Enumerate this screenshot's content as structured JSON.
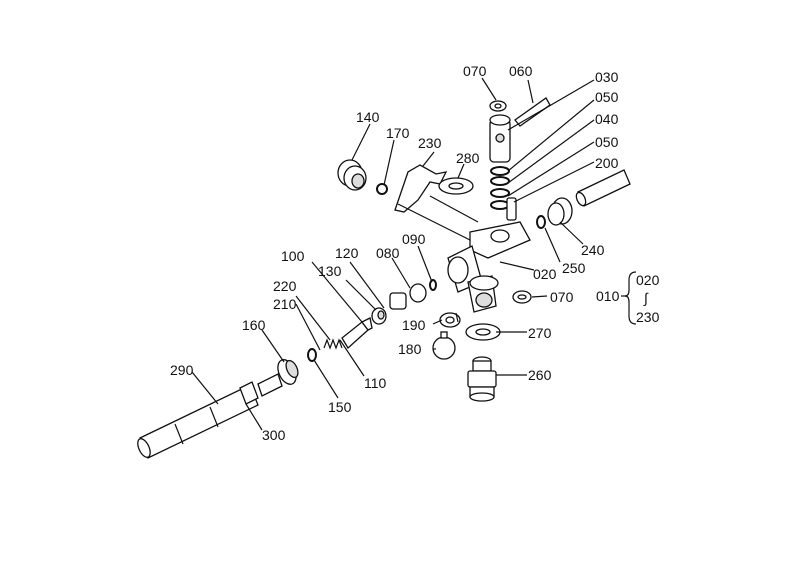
{
  "labels": {
    "p070a": "070",
    "p060": "060",
    "p030": "030",
    "p050a": "050",
    "p040": "040",
    "p050b": "050",
    "p200": "200",
    "p140": "140",
    "p170": "170",
    "p230": "230",
    "p280": "280",
    "p240": "240",
    "p250": "250",
    "p020": "020",
    "p070b": "070",
    "p090": "090",
    "p080": "080",
    "p120": "120",
    "p130": "130",
    "p100": "100",
    "p220": "220",
    "p210": "210",
    "p160": "160",
    "p190": "190",
    "p270": "270",
    "p180": "180",
    "p110": "110",
    "p150": "150",
    "p290": "290",
    "p260": "260",
    "p300": "300"
  },
  "assembly": {
    "code": "010",
    "range_start": "020",
    "range_sep": "∫",
    "range_end": "230"
  }
}
